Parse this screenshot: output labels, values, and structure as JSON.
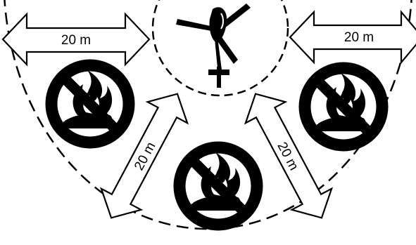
{
  "diagram": {
    "distance_labels": {
      "top_left": "20 m",
      "top_right": "20 m",
      "diagonal_left": "20 m",
      "diagonal_right": "20 m"
    },
    "symbols": {
      "center_icon": "helicopter-icon",
      "prohibition_icon": "no-open-flame-icon"
    },
    "colors": {
      "ink": "#000000",
      "paper": "#ffffff"
    }
  }
}
